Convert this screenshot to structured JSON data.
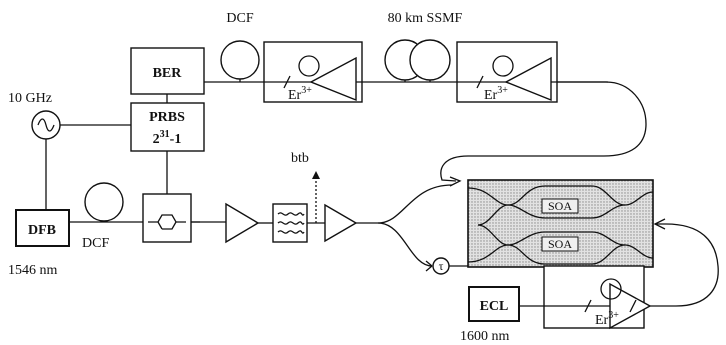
{
  "labels": {
    "dcf_top": "DCF",
    "ssmf": "80 km SSMF",
    "freq": "10 GHz",
    "ber": "BER",
    "prbs": "PRBS",
    "prbs_len_base": "2",
    "prbs_len_exp": "31",
    "prbs_len_tail": "-1",
    "dfb": "DFB",
    "dcf_bottom": "DCF",
    "dfb_wavelength": "1546 nm",
    "btb": "btb",
    "ecl": "ECL",
    "ecl_wavelength": "1600 nm",
    "soa_top": "SOA",
    "soa_bottom": "SOA",
    "delay_symbol": "τ"
  },
  "edfa": {
    "base": "Er",
    "exp": "3+"
  }
}
